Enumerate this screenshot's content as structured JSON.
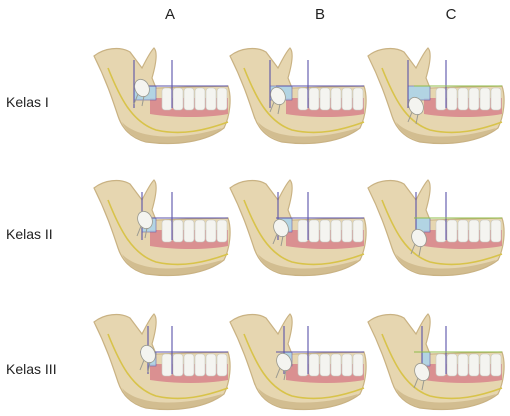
{
  "columns": [
    "A",
    "B",
    "C"
  ],
  "rows": [
    {
      "label": "Kelas I",
      "cls": "I"
    },
    {
      "label": "Kelas II",
      "cls": "II"
    },
    {
      "label": "Kelas III",
      "cls": "III"
    }
  ],
  "colors": {
    "bone": "#e6d6b0",
    "bone_shade": "#c9b283",
    "gum": "#d7848c",
    "tooth": "#f4f4f0",
    "nerve": "#d8c34a",
    "guide": "#5a52a8",
    "ramus_box": "#aad4ec",
    "occlusal": "#8fbc4a"
  }
}
